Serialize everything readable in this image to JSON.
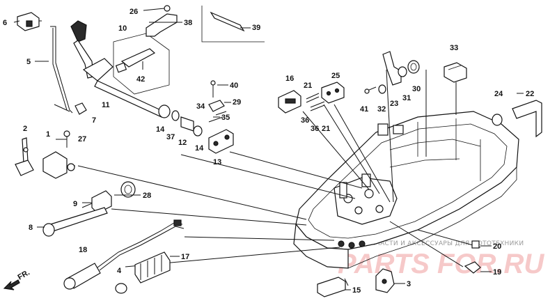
{
  "diagram": {
    "callouts": [
      {
        "id": "c1",
        "label": "1"
      },
      {
        "id": "c2",
        "label": "2"
      },
      {
        "id": "c3",
        "label": "3"
      },
      {
        "id": "c4",
        "label": "4"
      },
      {
        "id": "c5",
        "label": "5"
      },
      {
        "id": "c6",
        "label": "6"
      },
      {
        "id": "c7",
        "label": "7"
      },
      {
        "id": "c8",
        "label": "8"
      },
      {
        "id": "c9",
        "label": "9"
      },
      {
        "id": "c10",
        "label": "10"
      },
      {
        "id": "c11",
        "label": "11"
      },
      {
        "id": "c12",
        "label": "12"
      },
      {
        "id": "c13",
        "label": "13"
      },
      {
        "id": "c14a",
        "label": "14"
      },
      {
        "id": "c14b",
        "label": "14"
      },
      {
        "id": "c15",
        "label": "15"
      },
      {
        "id": "c16",
        "label": "16"
      },
      {
        "id": "c17",
        "label": "17"
      },
      {
        "id": "c18",
        "label": "18"
      },
      {
        "id": "c19",
        "label": "19"
      },
      {
        "id": "c20",
        "label": "20"
      },
      {
        "id": "c21a",
        "label": "21"
      },
      {
        "id": "c21b",
        "label": "21"
      },
      {
        "id": "c22",
        "label": "22"
      },
      {
        "id": "c23",
        "label": "23"
      },
      {
        "id": "c24",
        "label": "24"
      },
      {
        "id": "c25",
        "label": "25"
      },
      {
        "id": "c26",
        "label": "26"
      },
      {
        "id": "c27",
        "label": "27"
      },
      {
        "id": "c28",
        "label": "28"
      },
      {
        "id": "c29",
        "label": "29"
      },
      {
        "id": "c30",
        "label": "30"
      },
      {
        "id": "c31",
        "label": "31"
      },
      {
        "id": "c32",
        "label": "32"
      },
      {
        "id": "c33",
        "label": "33"
      },
      {
        "id": "c34",
        "label": "34"
      },
      {
        "id": "c35",
        "label": "35"
      },
      {
        "id": "c36a",
        "label": "36"
      },
      {
        "id": "c36b",
        "label": "36"
      },
      {
        "id": "c37",
        "label": "37"
      },
      {
        "id": "c38",
        "label": "38"
      },
      {
        "id": "c39",
        "label": "39"
      },
      {
        "id": "c40",
        "label": "40"
      },
      {
        "id": "c41",
        "label": "41"
      },
      {
        "id": "c42",
        "label": "42"
      }
    ],
    "direction_label": "FR.",
    "watermark_text": "ЗАПЧАСТИ И АКСЕССУАРЫ ДЛЯ МОТОТЕХНИКИ",
    "watermark_logo": "PARTS FOR.RU"
  }
}
